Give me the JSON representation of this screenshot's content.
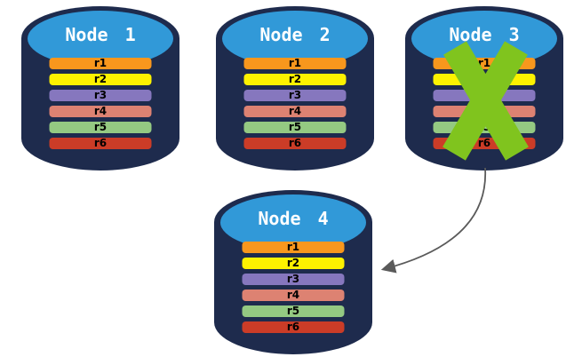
{
  "nodes": [
    {
      "title": "Node 1"
    },
    {
      "title": "Node 2"
    },
    {
      "title": "Node 3"
    },
    {
      "title": "Node 4"
    }
  ],
  "rows": [
    {
      "label": "r1",
      "color": "#F8971D"
    },
    {
      "label": "r2",
      "color": "#FDF200"
    },
    {
      "label": "r3",
      "color": "#8677BE"
    },
    {
      "label": "r4",
      "color": "#DD8272"
    },
    {
      "label": "r5",
      "color": "#94C982"
    },
    {
      "label": "r6",
      "color": "#CB3C27"
    }
  ],
  "cylinder": {
    "body_color": "#1E2B4D",
    "top_color": "#3199D8",
    "title_color": "#FFFFFF"
  },
  "failure_cross": {
    "node": "Node 3",
    "color": "#80C41E"
  },
  "arrow": {
    "from": "Node 3",
    "to": "Node 4",
    "color": "#5A5A5A"
  }
}
